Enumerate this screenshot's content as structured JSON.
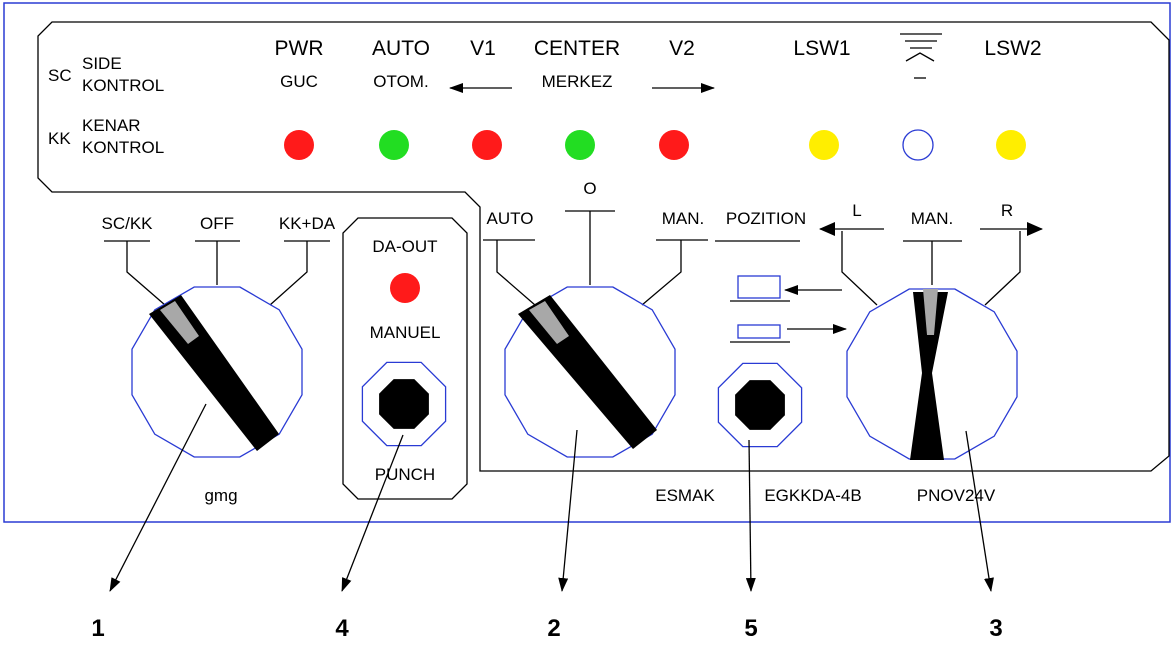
{
  "panel": {
    "colors": {
      "frame": "#2a3bd4",
      "lamp_red": "#ff1a1a",
      "lamp_green": "#22dd22",
      "lamp_yellow": "#ffee00",
      "lamp_blue_outline": "#2a3bd4",
      "knob": "#000000",
      "knob_highlight": "#a8a8a8"
    },
    "legend": {
      "sc_abbr": "SC",
      "sc_line1": "SIDE",
      "sc_line2": "KONTROL",
      "kk_abbr": "KK",
      "kk_line1": "KENAR",
      "kk_line2": "KONTROL"
    },
    "indicators": [
      {
        "top": "PWR",
        "bottom": "GUC",
        "color": "red"
      },
      {
        "top": "AUTO",
        "bottom": "OTOM.",
        "color": "green"
      },
      {
        "top": "V1",
        "bottom": "",
        "arrow": "left",
        "color": "red"
      },
      {
        "top": "CENTER",
        "bottom": "MERKEZ",
        "color": "green"
      },
      {
        "top": "V2",
        "bottom": "",
        "arrow": "right",
        "color": "red"
      },
      {
        "top": "LSW1",
        "bottom": "",
        "color": "yellow"
      },
      {
        "top": "",
        "bottom": "",
        "symbol": "level",
        "color": "blue-outline"
      },
      {
        "top": "LSW2",
        "bottom": "",
        "color": "yellow"
      }
    ],
    "switch1": {
      "positions": [
        "SC/KK",
        "OFF",
        "KK+DA"
      ],
      "caption": "gmg"
    },
    "punch": {
      "lamp_label": "DA-OUT",
      "mode_label": "MANUEL",
      "button_label": "PUNCH"
    },
    "switch2": {
      "positions": [
        "AUTO",
        "O",
        "MAN."
      ]
    },
    "position_indicator": {
      "label": "POZITION"
    },
    "switch3": {
      "positions": [
        "L",
        "MAN.",
        "R"
      ]
    },
    "model": {
      "brand": "ESMAK",
      "code": "EGKKDA-4B",
      "voltage": "PNOV24V"
    }
  },
  "callouts": [
    "1",
    "4",
    "2",
    "5",
    "3"
  ]
}
